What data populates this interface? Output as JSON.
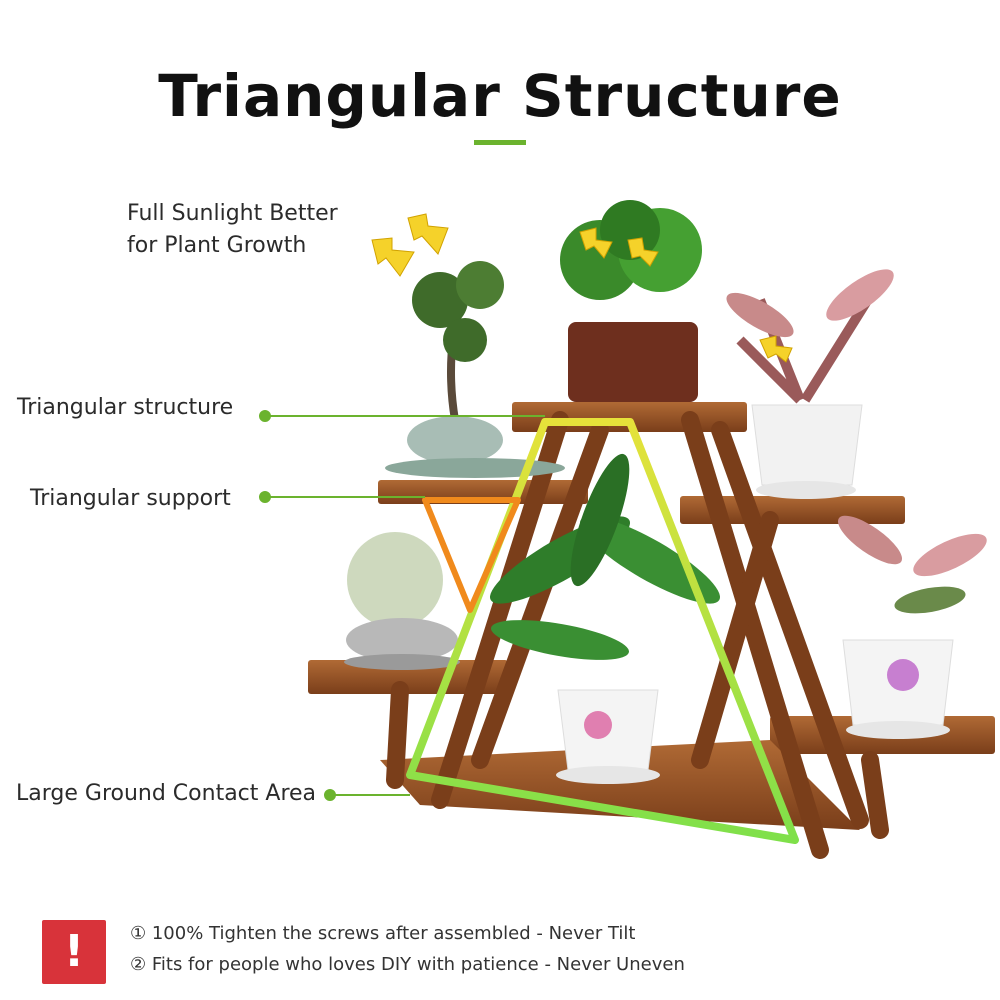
{
  "title": "Triangular Structure",
  "callouts": {
    "sunlight_line1": "Full Sunlight Better",
    "sunlight_line2": "for Plant Growth",
    "triangular_structure": "Triangular structure",
    "triangular_support": "Triangular support",
    "ground_contact": "Large Ground Contact Area"
  },
  "notes": {
    "warning_symbol": "!",
    "note1": "① 100% Tighten the screws after assembled - Never Tilt",
    "note2": "② Fits for people who loves DIY with patience  - Never Uneven"
  },
  "colors": {
    "accent_green": "#6bb32e",
    "triangle_green": "#7fe04a",
    "support_orange": "#f08a1c",
    "wood": "#8a4a22",
    "warning_red": "#d8333a"
  },
  "icons": [
    "sun-arrow-icon",
    "warning-icon"
  ]
}
